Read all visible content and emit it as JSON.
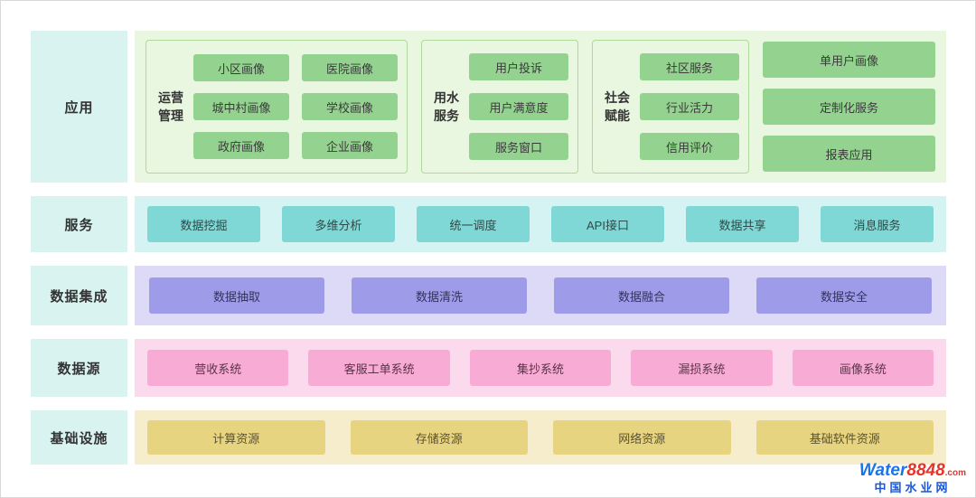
{
  "layers": [
    {
      "label": "应用",
      "groups": [
        {
          "label_line1": "运营",
          "label_line2": "管理",
          "items": [
            "小区画像",
            "医院画像",
            "城中村画像",
            "学校画像",
            "政府画像",
            "企业画像"
          ]
        },
        {
          "label_line1": "用水",
          "label_line2": "服务",
          "items": [
            "用户投诉",
            "用户满意度",
            "服务窗口"
          ]
        },
        {
          "label_line1": "社会",
          "label_line2": "赋能",
          "items": [
            "社区服务",
            "行业活力",
            "信用评价"
          ]
        }
      ],
      "standalone_items": [
        "单用户画像",
        "定制化服务",
        "报表应用"
      ]
    },
    {
      "label": "服务",
      "items": [
        "数据挖掘",
        "多维分析",
        "统一调度",
        "API接口",
        "数据共享",
        "消息服务"
      ]
    },
    {
      "label": "数据集成",
      "items": [
        "数据抽取",
        "数据清洗",
        "数据融合",
        "数据安全"
      ]
    },
    {
      "label": "数据源",
      "items": [
        "营收系统",
        "客服工单系统",
        "集抄系统",
        "漏损系统",
        "画像系统"
      ]
    },
    {
      "label": "基础设施",
      "items": [
        "计算资源",
        "存储资源",
        "网络资源",
        "基础软件资源"
      ]
    }
  ],
  "logo": {
    "brand": "Water",
    "number": "8848",
    "domain": ".com",
    "subtitle": "中国水业网"
  },
  "colors": {
    "layer_label_bg": "#d9f3f0",
    "app_container": "#e9f7e0",
    "app_item": "#93d38f",
    "app_group_border": "#aeda9c",
    "service_container": "#d6f3f3",
    "service_item": "#7fd8d6",
    "integration_container": "#dcdaf7",
    "integration_item": "#9e9ce9",
    "source_container": "#fbdaee",
    "source_item": "#f8abd4",
    "infra_container": "#f5edcc",
    "infra_item": "#e7d480",
    "logo_blue": "#1b74e8",
    "logo_red": "#e8332a"
  }
}
